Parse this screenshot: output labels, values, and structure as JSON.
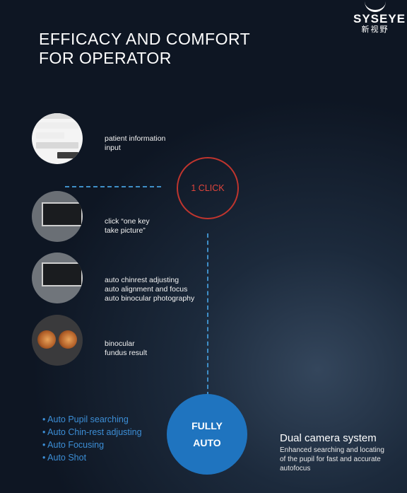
{
  "brand": {
    "name": "SYSEYE",
    "chinese": "新视野"
  },
  "title": [
    "EFFICACY AND COMFORT",
    "FOR OPERATOR"
  ],
  "steps": [
    {
      "lines": [
        "patient information",
        "input"
      ]
    },
    {
      "lines": [
        "click “one key",
        "take picture”"
      ]
    },
    {
      "lines": [
        "auto chinrest adjusting",
        "auto alignment and focus",
        "auto binocular photography"
      ]
    },
    {
      "lines": [
        "binocular",
        "fundus result"
      ]
    }
  ],
  "one_click": "1 CLICK",
  "fully_auto": [
    "FULLY",
    "AUTO"
  ],
  "features": [
    "• Auto Pupil searching",
    "• Auto Chin-rest adjusting",
    "• Auto Focusing",
    "• Auto Shot"
  ],
  "dual_camera": {
    "title": "Dual camera system",
    "description": [
      "Enhanced searching and locating",
      "of the pupil for fast and accurate",
      "autofocus"
    ]
  },
  "colors": {
    "accent_red": "#c0352e",
    "accent_blue": "#1f74bf",
    "feature_blue": "#3c8ed6",
    "dash_blue": "#3f8fc8"
  }
}
